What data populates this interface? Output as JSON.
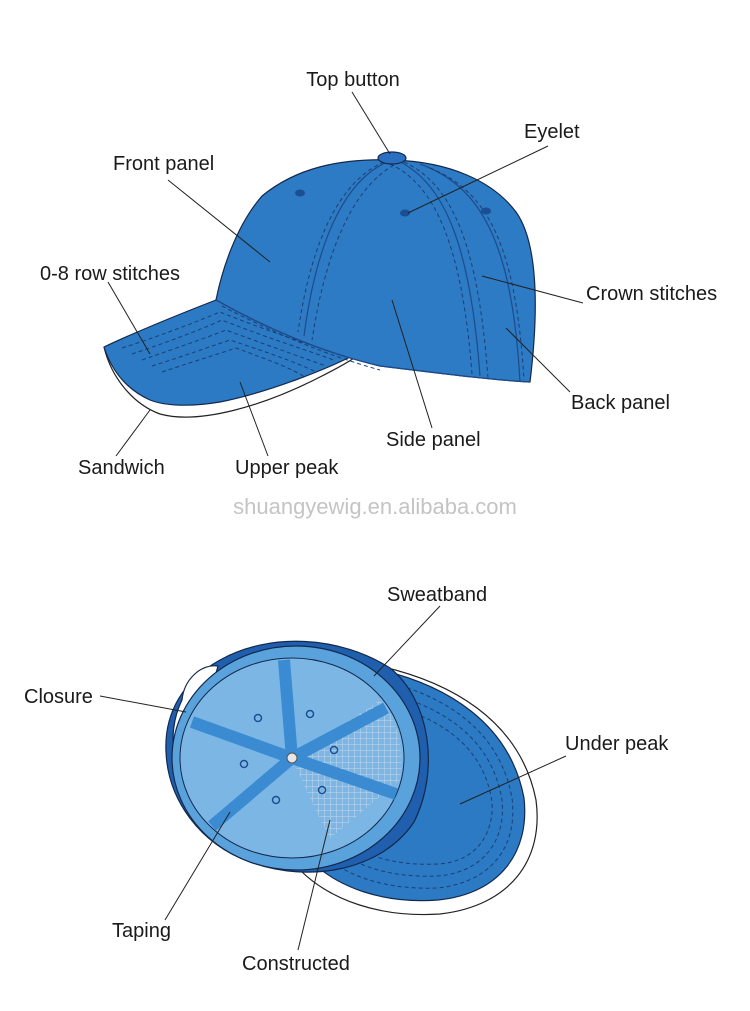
{
  "colors": {
    "crown": "#2d7bc4",
    "crown_dark": "#1f63a8",
    "button": "#2a6fc0",
    "peak": "#2b7ac3",
    "sandwich": "#ffffff",
    "inner_light": "#7cb6e4",
    "inner_mid": "#5aa2dc",
    "taping": "#3a8bd2",
    "rim": "#1f5fae",
    "mesh": "#b7c9dd"
  },
  "top_view": {
    "labels": {
      "top_button": "Top button",
      "eyelet": "Eyelet",
      "front_panel": "Front panel",
      "row_stitches": "0-8 row stitches",
      "crown_stitches": "Crown stitches",
      "back_panel": "Back panel",
      "side_panel": "Side panel",
      "upper_peak": "Upper peak",
      "sandwich": "Sandwich"
    }
  },
  "watermark": "shuangyewig.en.alibaba.com",
  "bottom_view": {
    "labels": {
      "sweatband": "Sweatband",
      "closure": "Closure",
      "under_peak": "Under peak",
      "taping": "Taping",
      "constructed": "Constructed"
    }
  }
}
